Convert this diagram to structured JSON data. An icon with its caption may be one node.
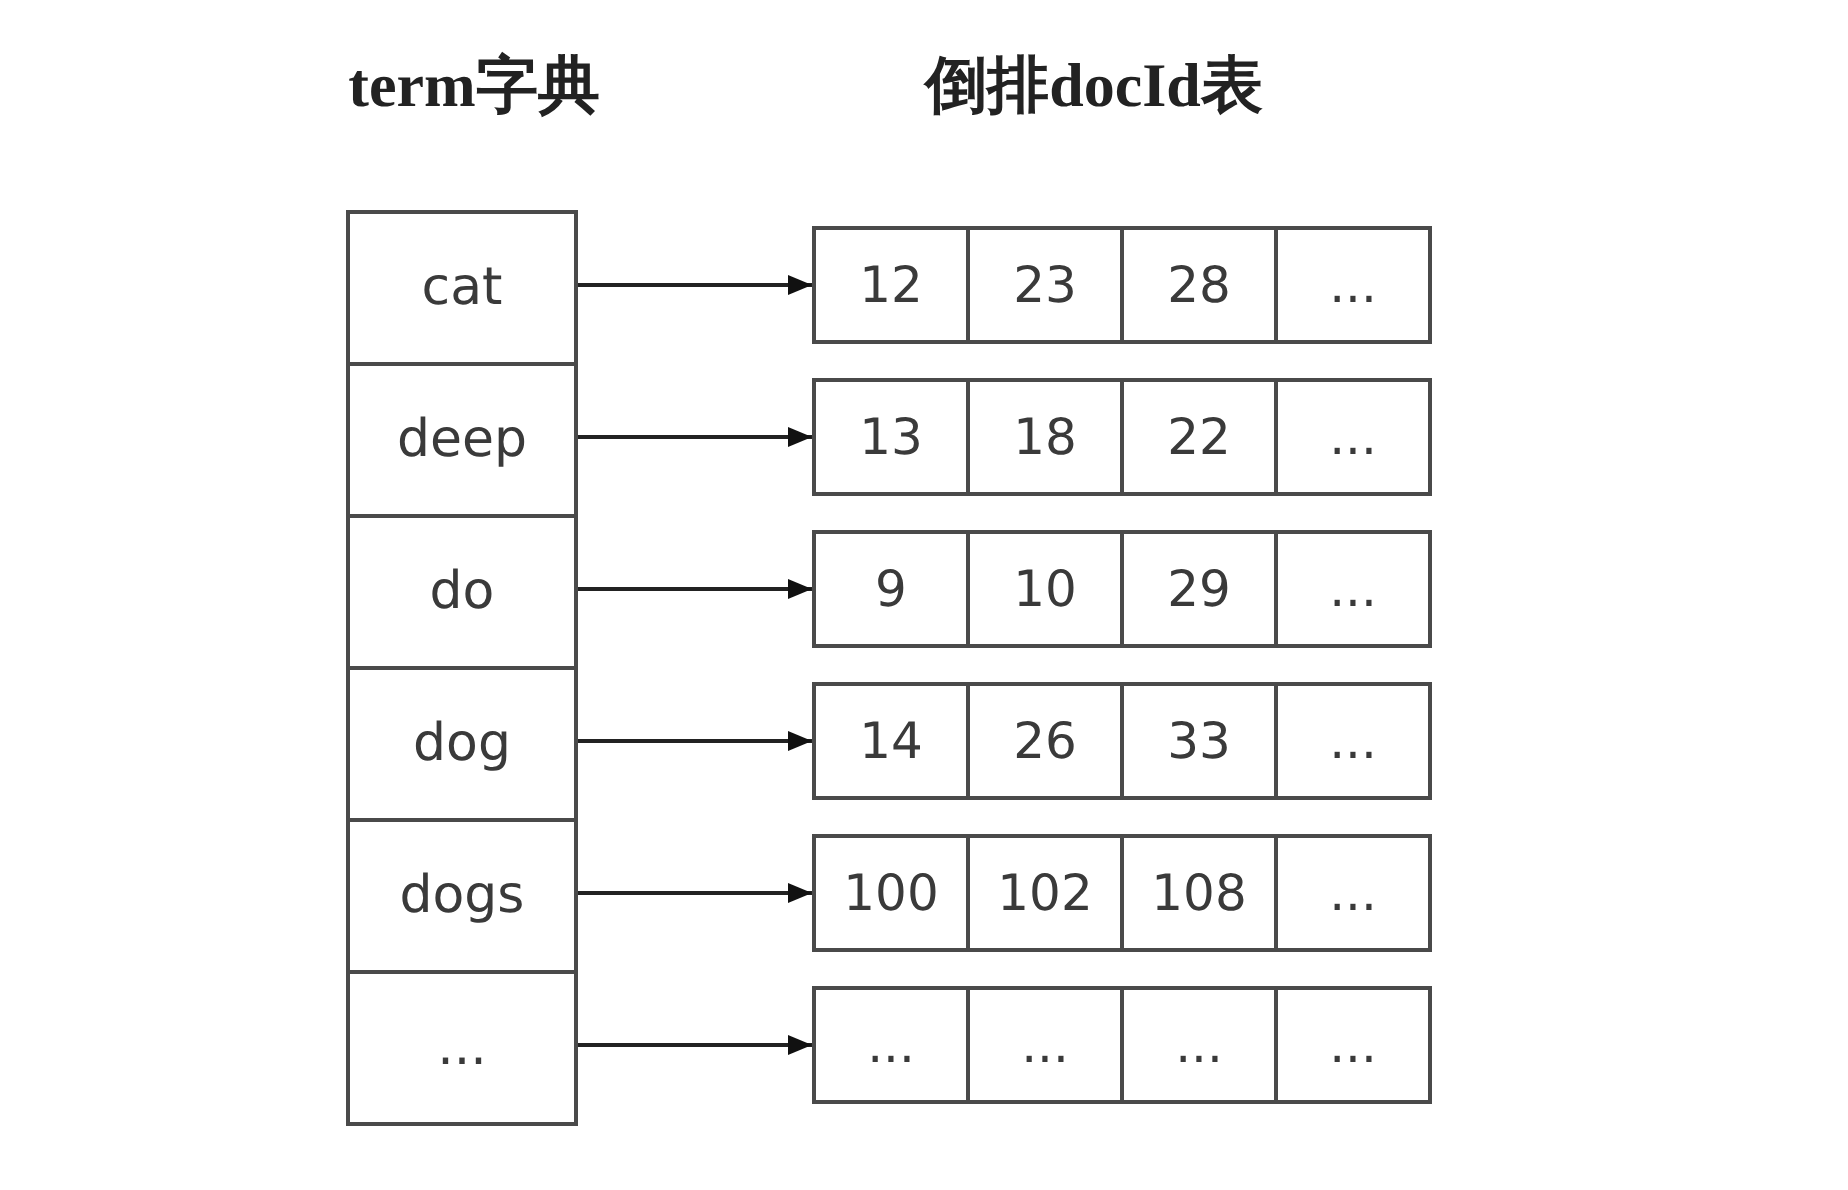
{
  "diagram": {
    "nodes": [
      {
        "text": [
          "cat"
        ]
      },
      {
        "text": [
          "12"
        ]
      },
      {
        "text": [
          "23"
        ]
      },
      {
        "text": [
          "28"
        ]
      },
      {
        "text": [
          "..."
        ]
      },
      {
        "text": [
          "deep"
        ]
      },
      {
        "text": [
          "13"
        ]
      },
      {
        "text": [
          "18"
        ]
      },
      {
        "text": [
          "22"
        ]
      },
      {
        "text": [
          "..."
        ]
      },
      {
        "text": [
          "do"
        ]
      },
      {
        "text": [
          "9"
        ]
      },
      {
        "text": [
          "10"
        ]
      },
      {
        "text": [
          "29"
        ]
      },
      {
        "text": [
          "..."
        ]
      },
      {
        "text": [
          "dog"
        ]
      },
      {
        "text": [
          "14"
        ]
      },
      {
        "text": [
          "26"
        ]
      },
      {
        "text": [
          "33"
        ]
      },
      {
        "text": [
          "..."
        ]
      },
      {
        "text": [
          "dogs"
        ]
      },
      {
        "text": [
          "100"
        ]
      },
      {
        "text": [
          "102"
        ]
      },
      {
        "text": [
          "108"
        ]
      },
      {
        "text": [
          "..."
        ]
      },
      {
        "text": [
          "..."
        ]
      },
      {
        "text": [
          "..."
        ]
      },
      {
        "text": [
          "..."
        ]
      },
      {
        "text": [
          "..."
        ]
      },
      {
        "text": [
          "..."
        ]
      }
    ],
    "edges": [
      {
        "from": 0,
        "to": 1,
        "arrow": "to"
      },
      {
        "from": 5,
        "to": 6,
        "arrow": "to"
      },
      {
        "from": 10,
        "to": 11,
        "arrow": "to"
      },
      {
        "from": 15,
        "to": 16,
        "arrow": "to"
      },
      {
        "from": 20,
        "to": 21,
        "arrow": "to"
      },
      {
        "from": 25,
        "to": 26,
        "arrow": "to"
      }
    ],
    "labels": [
      "term字典",
      "倒排docId表"
    ]
  }
}
